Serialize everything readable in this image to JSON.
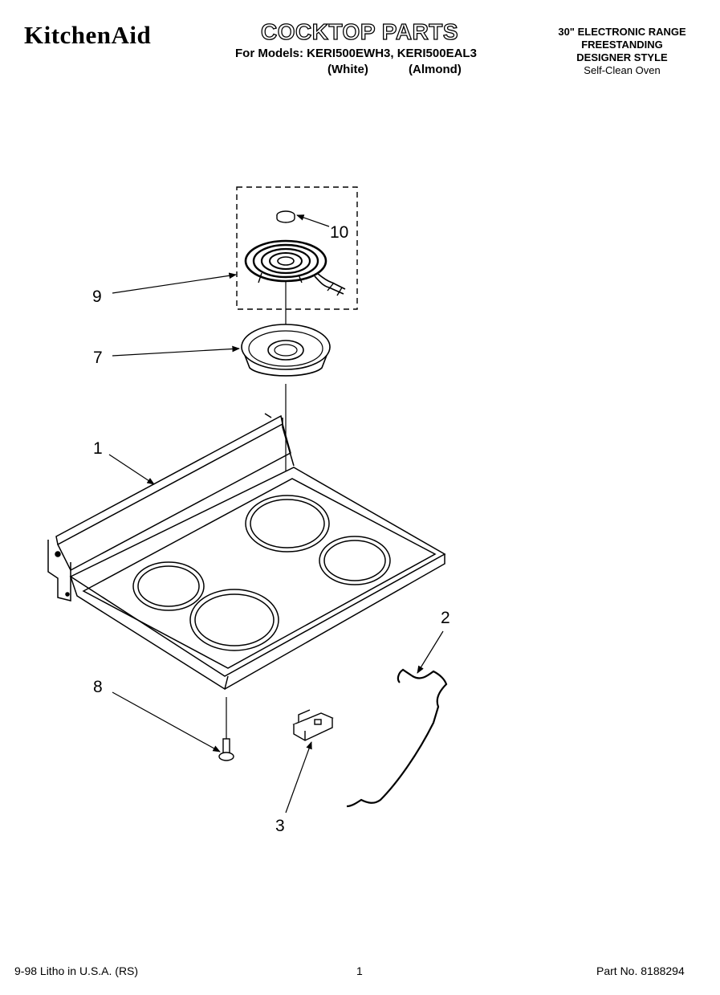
{
  "header": {
    "brand": "KitchenAid",
    "title": "COCKTOP PARTS",
    "models_line": "For Models: KERI500EWH3, KERI500EAL3",
    "variant_1": "(White)",
    "variant_2": "(Almond)",
    "spec_lines": [
      "30\" ELECTRONIC RANGE",
      "FREESTANDING",
      "DESIGNER STYLE",
      "Self-Clean Oven"
    ]
  },
  "callouts": {
    "c10": "10",
    "c9": "9",
    "c7": "7",
    "c1": "1",
    "c2": "2",
    "c8": "8",
    "c3": "3"
  },
  "footer": {
    "left": "9-98 Litho in U.S.A. (RS)",
    "page": "1",
    "part_no": "Part No. 8188294"
  }
}
